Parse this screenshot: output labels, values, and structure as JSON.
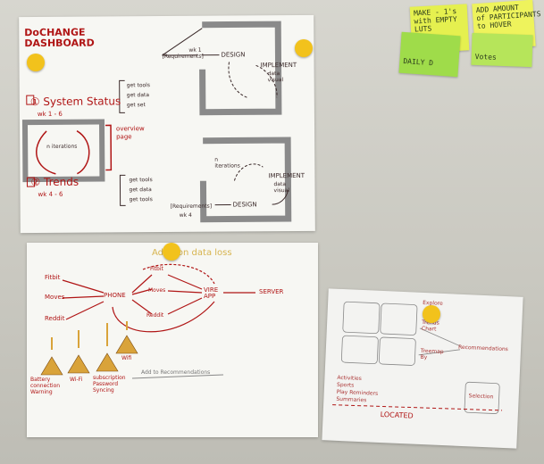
{
  "sticky_notes": [
    {
      "text": "MAKE - 1's\nwith EMPTY\nLUTS",
      "color": "#e5f04f"
    },
    {
      "text": "ADD AMOUNT\nof PARTICIPANTS\nto HOVER",
      "color": "#eef35c"
    },
    {
      "text": "DAILY D",
      "color": "#9fdc4a"
    },
    {
      "text": "Votes",
      "color": "#b6e55a"
    }
  ],
  "top_poster": {
    "title": "DoCHANGE\nDASHBOARD",
    "section1": "① System Status",
    "section1_weeks": "wk 1 - 6",
    "section2": "② Trends",
    "section2_weeks": "wk 4 - 6",
    "iterations": "n iterations",
    "overview": "overview\npage",
    "upper_requirements": "[Requirements]",
    "upper_wk": "wk 1",
    "upper_design": "DESIGN",
    "upper_implement": "IMPLEMENT",
    "upper_implement_sub": "data\nvisual",
    "upper_steps": "get tools\nget data\nget set",
    "lower_steps": "get tools\nget data\nget tools",
    "lower_requirements": "[Requirements]",
    "lower_wk": "wk 4",
    "lower_design": "DESIGN",
    "lower_implement": "IMPLEMENT",
    "lower_implement_sub": "data\nvisual",
    "lower_iterations": "n\niterations"
  },
  "bottom_poster": {
    "title": "Ad  ... on data loss",
    "nodes": {
      "fitbit": "Fitbit",
      "moves": "Moves",
      "reddit": "Reddit",
      "phone": "PHONE",
      "fitbit2": "Fitbit",
      "moves2": "Moves",
      "reddit2": "Reddit",
      "vire": "VIRE\nAPP",
      "server": "SERVER"
    },
    "warnings": [
      {
        "label": "Battery\nconnection\nWarning"
      },
      {
        "label": "Wi-Fi"
      },
      {
        "label": "subscription\nPassword\nSyncing"
      },
      {
        "label": "Wifi"
      }
    ],
    "add_text": "Add to Recommendations"
  },
  "right_paper": {
    "labels": [
      "Explore",
      "Trends\nChart",
      "Treemap\nBy",
      "Recommendations",
      "Selection"
    ],
    "list": [
      "Activities",
      "Sports",
      "Play Reminders",
      "Summaries"
    ],
    "footer": "LOCATED"
  },
  "colors": {
    "pin": "#f2c21c",
    "ink": "#b01515",
    "marker": "#7a7a7a"
  }
}
